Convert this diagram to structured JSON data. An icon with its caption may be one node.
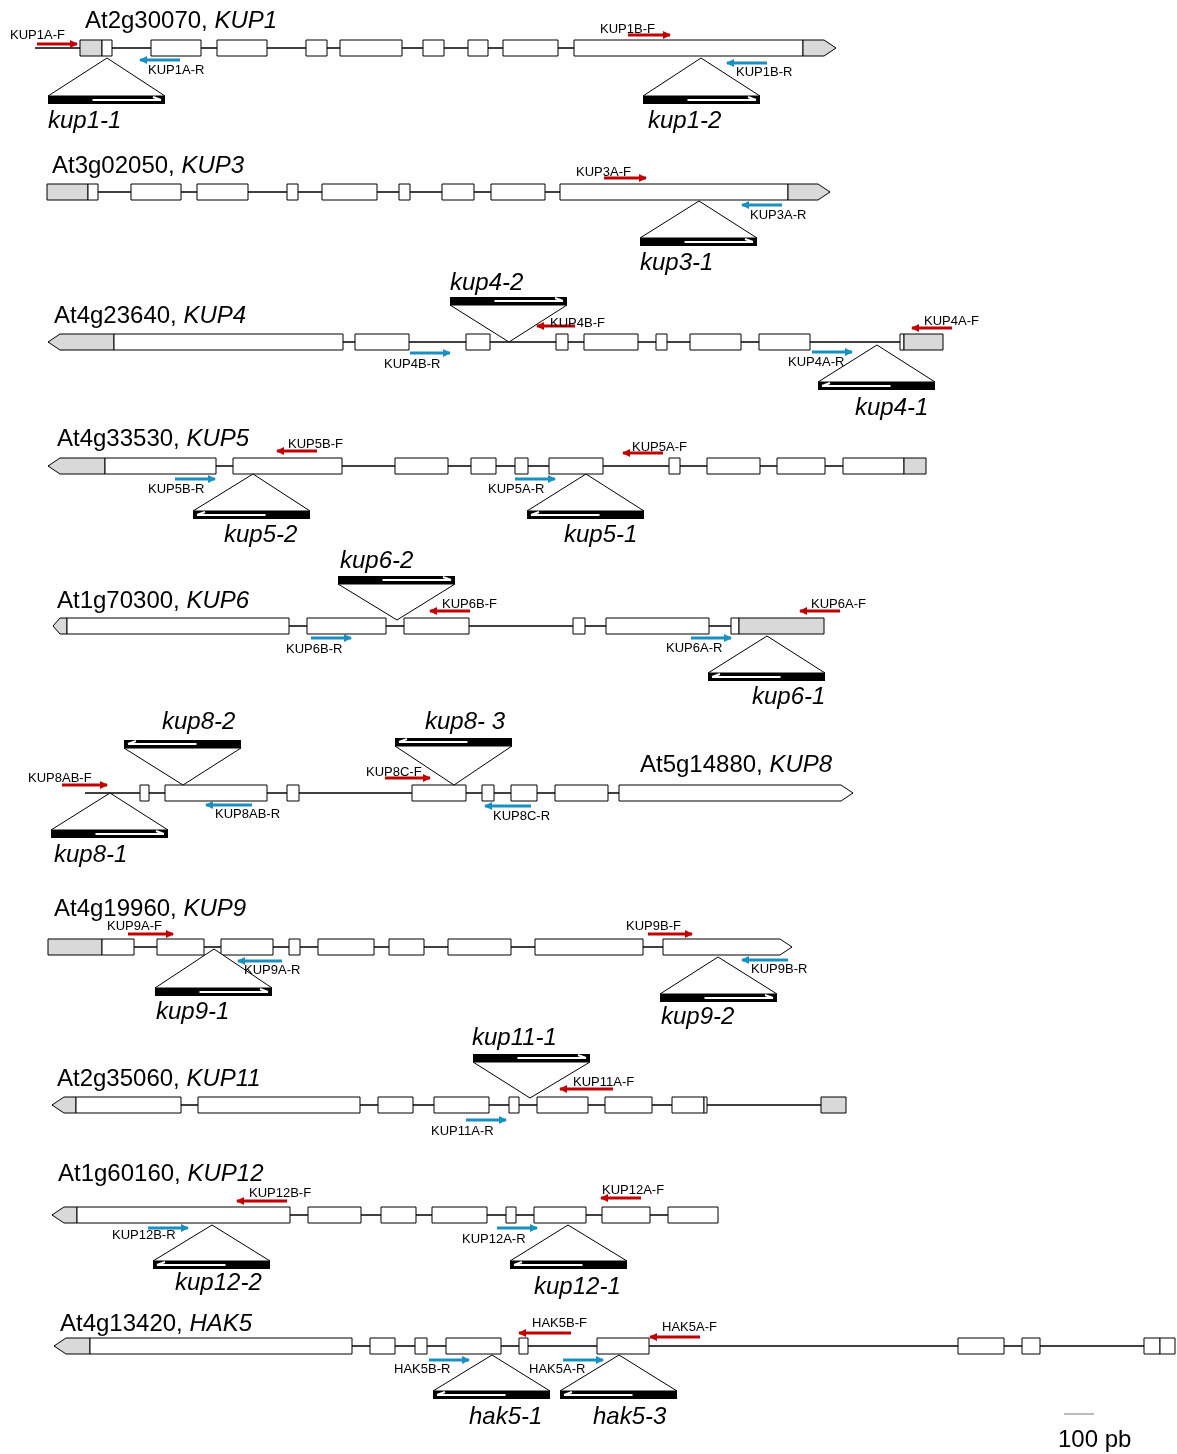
{
  "diagram": {
    "labels": [
      "KUP1A-F",
      "At2g30070, *KUP1*",
      "KUP1B-F",
      "KUP1A-R",
      "KUP1B-R",
      "kup1-1",
      "kup1-2",
      "At3g02050, *KUP3*",
      "KUP3A-F",
      "KUP3A-R",
      "kup3-1",
      "kup4-2",
      "At4g23640, *KUP4*",
      "KUP4B-F",
      "KUP4A-F",
      "KUP4B-R",
      "KUP4A-R",
      "kup4-1",
      "At4g33530, *KUP5*",
      "KUP5B-F",
      "KUP5A-F",
      "KUP5B-R",
      "KUP5A-R",
      "kup5-2",
      "kup5-1",
      "kup6-2",
      "At1g70300, *KUP6*",
      "KUP6B-F",
      "KUP6A-F",
      "KUP6B-R",
      "KUP6A-R",
      "kup6-1",
      "kup8-2",
      "kup8- 3",
      "At5g14880, *KUP8*",
      "KUP8AB-F",
      "KUP8C-F",
      "KUP8AB-R",
      "KUP8C-R",
      "kup8-1",
      "At4g19960, *KUP9*",
      "KUP9A-F",
      "KUP9B-F",
      "KUP9A-R",
      "KUP9B-R",
      "kup9-1",
      "kup9-2",
      "kup11-1",
      "At2g35060, *KUP11*",
      "KUP11A-F",
      "KUP11A-R",
      "At1g60160, *KUP12*",
      "KUP12B-F",
      "KUP12A-F",
      "KUP12B-R",
      "KUP12A-R",
      "kup12-2",
      "kup12-1",
      "At4g13420, *HAK5*",
      "HAK5B-F",
      "HAK5A-F",
      "HAK5B-R",
      "HAK5A-R",
      "hak5-1",
      "hak5-3",
      "100 pb"
    ]
  }
}
